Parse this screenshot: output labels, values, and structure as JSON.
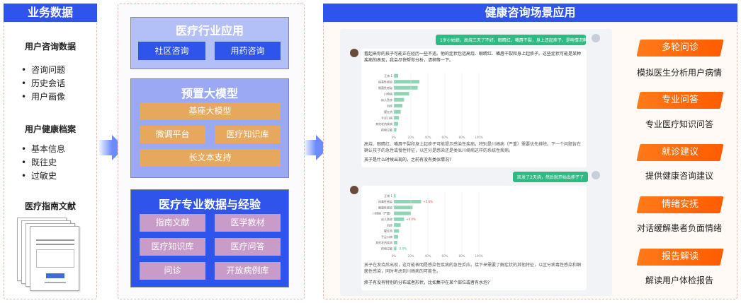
{
  "left": {
    "header": "业务数据",
    "sections": [
      {
        "title": "用户咨询数据",
        "items": [
          "咨询问题",
          "历史会话",
          "用户画像"
        ]
      },
      {
        "title": "用户健康档案",
        "items": [
          "基本信息",
          "既往史",
          "过敏史"
        ]
      },
      {
        "title": "医疗指南文献",
        "items": []
      }
    ]
  },
  "middle": {
    "industry": {
      "title": "医疗行业应用",
      "chips": [
        "社区咨询",
        "用药咨询"
      ]
    },
    "pretrained": {
      "title": "预置大模型",
      "base": "基座大模型",
      "chips": [
        "微调平台",
        "医疗知识库"
      ],
      "long_text": "长文本支持"
    },
    "expertise": {
      "title": "医疗专业数据与经验",
      "chips": [
        "指南文献",
        "医学教材",
        "医疗知识库",
        "医疗问答",
        "问诊",
        "开放病例库"
      ]
    }
  },
  "right": {
    "header": "健康咨询场景应用",
    "chat": {
      "user_msg_1": "1岁小姑娘，高烧三天了不好，眼睛红，嘴唇干裂，身上还起疹子，是啥情况啊",
      "bot_intro_1": "看起来你的孩子可能正在经历一些不适。他的症状包括高烧、眼睛红、嘴唇干裂和身上起疹子。这些症状可能是某种疾病的表现，我会尽快帮你分析，请稍等一下。",
      "bot_note_1": "高烧、眼睛红、嘴唇干裂和身上起疹子可能提示感染性疾病，特别是川崎病（严重）需要优先排除。下一个问题旨在确认孩子的急性或慢性特征，以区分是感染还是类似川崎病这样的系统性疾病。",
      "bot_question_1": "孩子是什么时候出现的，之前有没有类似情况?",
      "user_msg_2": "凯发了2天烧，然后就开始出疹子了",
      "bot_note_2": "孩子在发烧后出现，这可能表明是感染性疾病的急性反应。接下来需要了解症状的其他特征，以区分病毒性感染和细菌性感染，同时考虑到川崎病的可能性。",
      "bot_question_2": "疹子有没有特别的分布或者形状，比如集中在某个部位或者有水泡?",
      "chart1": {
        "labels": [
          "正常 1",
          "病毒性感染",
          "细菌性感染",
          "川崎病",
          "幼儿急疹",
          "风疹",
          "猩红热",
          "手足口病",
          "其他发热疾病",
          "药物过敏"
        ],
        "values": [
          0.05,
          0.3,
          0.28,
          0.18,
          0.12,
          0.1,
          0.08,
          0.06,
          0.05,
          0.03
        ],
        "ticks": [
          "0%",
          "20%",
          "40%",
          "60%",
          "80%",
          "100%"
        ]
      },
      "chart2": {
        "labels": [
          "正常 1",
          "病毒性感染",
          "细菌性感染",
          "川崎病（严重）",
          "幼儿急疹",
          "风疹",
          "猩红热",
          "手足口病",
          "其他发热疾病",
          "药物过敏"
        ],
        "values": [
          0.02,
          0.32,
          0.22,
          0.2,
          0.12,
          0.08,
          0.06,
          0.05,
          0.04,
          0.03
        ],
        "deltas": [
          "",
          "+5.0%",
          "",
          "",
          "+0.0%",
          "",
          "",
          "",
          "",
          "-5.0%"
        ],
        "ticks": [
          "0%",
          "20%",
          "40%",
          "60%",
          "80%",
          "100%"
        ]
      }
    },
    "scenarios": [
      {
        "label": "多轮问诊",
        "desc": "模拟医生分析用户病情"
      },
      {
        "label": "专业问答",
        "desc": "专业医疗知识问答"
      },
      {
        "label": "就诊建议",
        "desc": "提供健康咨询建议"
      },
      {
        "label": "情绪安抚",
        "desc": "对话缓解患者负面情绪"
      },
      {
        "label": "报告解读",
        "desc": "解读用户体检报告"
      }
    ]
  }
}
